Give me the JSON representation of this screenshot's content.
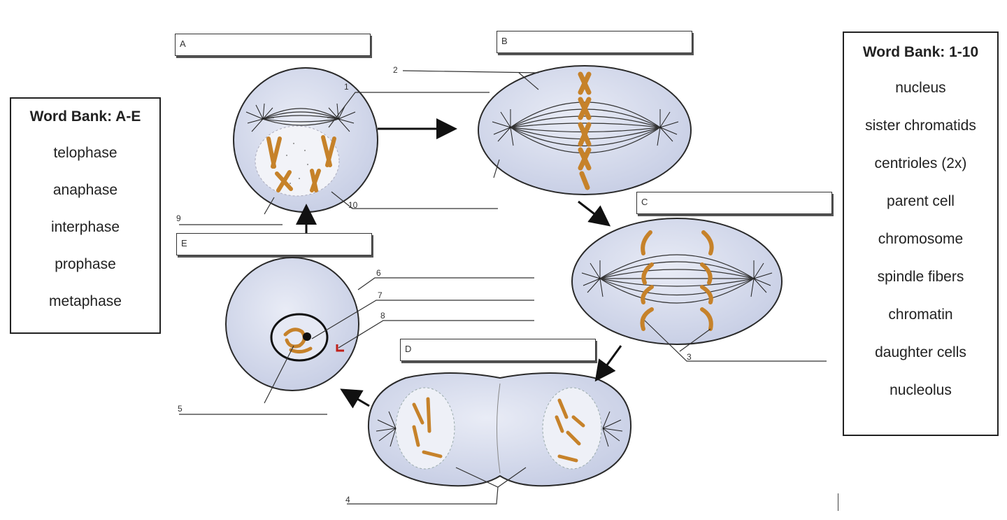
{
  "word_bank_ae": {
    "title": "Word Bank: A-E",
    "items": [
      "telophase",
      "anaphase",
      "interphase",
      "prophase",
      "metaphase"
    ]
  },
  "word_bank_110": {
    "title": "Word Bank: 1-10",
    "items": [
      "nucleus",
      "sister chromatids",
      "centrioles (2x)",
      "parent cell",
      "chromosome",
      "spindle fibers",
      "chromatin",
      "daughter cells",
      "nucleolus"
    ]
  },
  "stage_boxes": {
    "a": "A",
    "b": "B",
    "c": "C",
    "d": "D",
    "e": "E"
  },
  "numbers": {
    "n1": "1",
    "n2": "2",
    "n3": "3",
    "n4": "4",
    "n5": "5",
    "n6": "6",
    "n7": "7",
    "n8": "8",
    "n9": "9",
    "n10": "10"
  },
  "colors": {
    "cell_fill": "#d3d9ec",
    "cell_stroke": "#2a2a2a",
    "chromosome": "#d08a2e",
    "centriole": "#c0201a"
  }
}
